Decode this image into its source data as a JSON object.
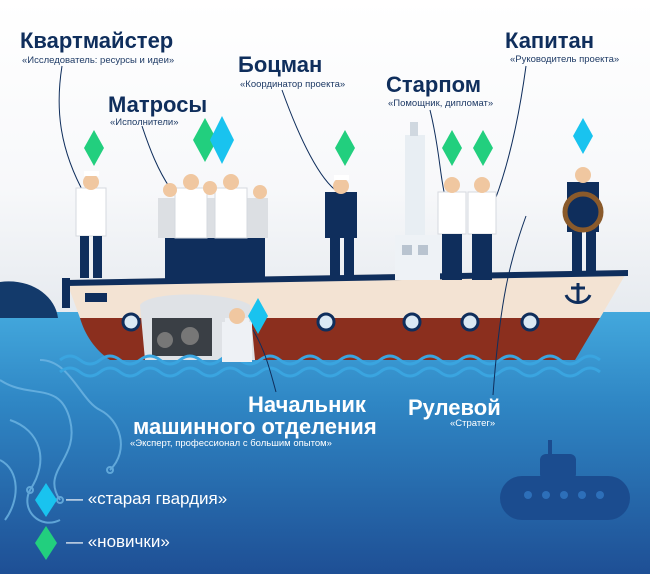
{
  "roles": {
    "quartermaster": {
      "title": "Квартмайстер",
      "subtitle": "«Исследователь: ресурсы и идеи»"
    },
    "boatswain": {
      "title": "Боцман",
      "subtitle": "«Координатор проекта»"
    },
    "captain": {
      "title": "Капитан",
      "subtitle": "«Руководитель проекта»"
    },
    "sailors": {
      "title": "Матросы",
      "subtitle": "«Исполнители»"
    },
    "first_mate": {
      "title": "Старпом",
      "subtitle": "«Помощник, дипломат»"
    },
    "chief_engineer": {
      "title_line1": "Начальник",
      "title_line2": "машинного отделения",
      "subtitle": "«Эксперт, профессионал с большим опытом»"
    },
    "helmsman": {
      "title": "Рулевой",
      "subtitle": "«Стратег»"
    }
  },
  "legend": {
    "old_guard": {
      "label": "— «старая гвардия»",
      "color": "#19c3ef",
      "icon": "diamond-icon"
    },
    "newcomers": {
      "label": "— «новички»",
      "color": "#22cf7e",
      "icon": "diamond-icon"
    }
  }
}
